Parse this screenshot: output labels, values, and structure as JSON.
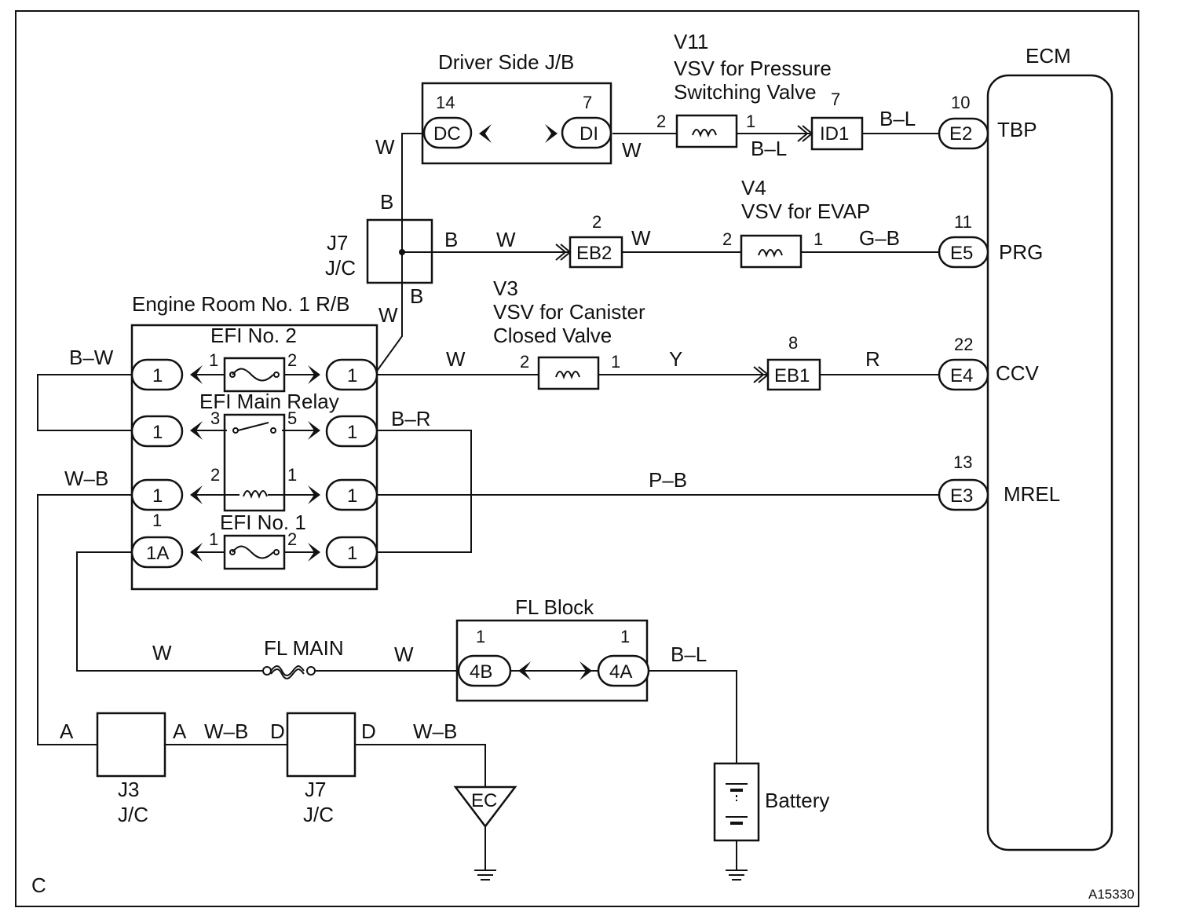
{
  "figure_id": "A15330",
  "corner_label": "C",
  "ecm": {
    "title": "ECM",
    "pins": [
      {
        "num": "10",
        "conn": "E2",
        "signal": "TBP"
      },
      {
        "num": "11",
        "conn": "E5",
        "signal": "PRG"
      },
      {
        "num": "22",
        "conn": "E4",
        "signal": "CCV"
      },
      {
        "num": "13",
        "conn": "E3",
        "signal": "MREL"
      }
    ]
  },
  "driver_jb": {
    "title": "Driver Side J/B",
    "left_num": "14",
    "left_conn": "DC",
    "right_num": "7",
    "right_conn": "DI"
  },
  "v11": {
    "code": "V11",
    "line1": "VSV for Pressure",
    "line2": "Switching Valve",
    "pin_left": "2",
    "pin_right": "1",
    "id1_num": "7",
    "id1": "ID1"
  },
  "v4": {
    "code": "V4",
    "line1": "VSV for EVAP",
    "pin_left": "2",
    "pin_right": "1",
    "eb2_num": "2",
    "eb2": "EB2"
  },
  "v3": {
    "code": "V3",
    "line1": "VSV for Canister",
    "line2": "Closed Valve",
    "pin_left": "2",
    "pin_right": "1",
    "eb1_num": "8",
    "eb1": "EB1"
  },
  "j7_top": {
    "line1": "J7",
    "line2": "J/C"
  },
  "relay_block": {
    "title": "Engine Room No. 1 R/B",
    "efi2": "EFI No. 2",
    "main_relay": "EFI Main Relay",
    "efi1": "EFI No. 1",
    "conn_1": "1",
    "conn_1a": "1A",
    "pins": {
      "p1": "1",
      "p2": "2",
      "p3": "3",
      "p5": "5"
    }
  },
  "fl_block": {
    "title": "FL Block",
    "left_num": "1",
    "left_conn": "4B",
    "right_num": "1",
    "right_conn": "4A"
  },
  "fl_main": "FL MAIN",
  "battery": "Battery",
  "j3": {
    "line1": "J3",
    "line2": "J/C",
    "pin": "A"
  },
  "j7_bottom": {
    "line1": "J7",
    "line2": "J/C",
    "pin": "D"
  },
  "ground": "EC",
  "wires": {
    "w": "W",
    "b": "B",
    "bl": "B–L",
    "gb": "G–B",
    "y": "Y",
    "r": "R",
    "bw": "B–W",
    "br": "B–R",
    "wb": "W–B",
    "pb": "P–B"
  }
}
